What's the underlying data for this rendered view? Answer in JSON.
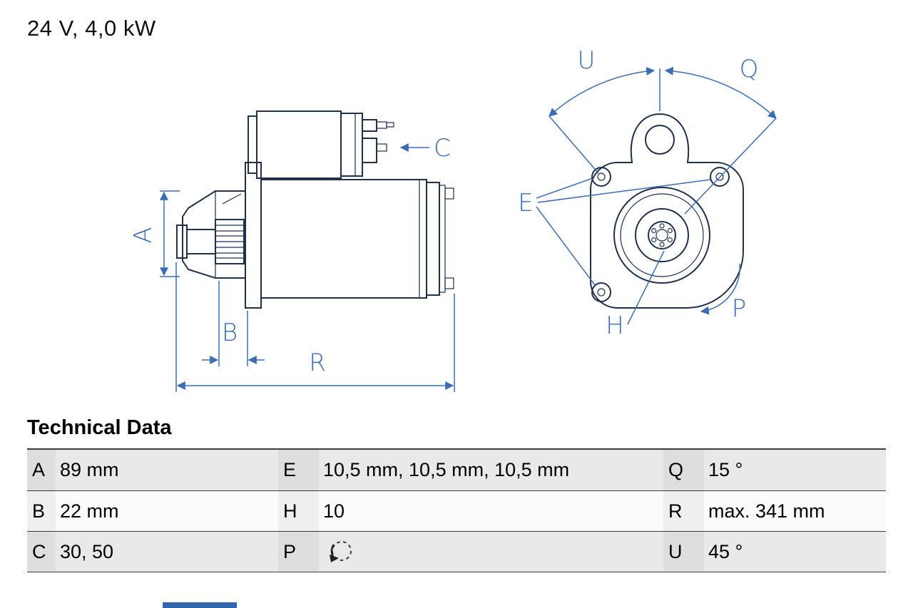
{
  "title": "24 V, 4,0 kW",
  "diagram": {
    "labels": {
      "A": "A",
      "B": "B",
      "C": "C",
      "E": "E",
      "H": "H",
      "P": "P",
      "Q": "Q",
      "R": "R",
      "U": "U"
    }
  },
  "technical_data": {
    "heading": "Technical Data",
    "rows": [
      {
        "c0k": "A",
        "c0v": "89 mm",
        "c1k": "E",
        "c1v": "10,5 mm, 10,5 mm, 10,5 mm",
        "c2k": "Q",
        "c2v": "15 °"
      },
      {
        "c0k": "B",
        "c0v": "22 mm",
        "c1k": "H",
        "c1v": "10",
        "c2k": "R",
        "c2v": "max. 341 mm"
      },
      {
        "c0k": "C",
        "c0v": "30, 50",
        "c1k": "P",
        "c1icon": "rotation-ccw-icon",
        "c2k": "U",
        "c2v": "45 °"
      }
    ]
  },
  "colors": {
    "outline": "#1f3050",
    "dimension": "#3a6db6",
    "text": "#000000",
    "accent": "#2f66ac"
  }
}
